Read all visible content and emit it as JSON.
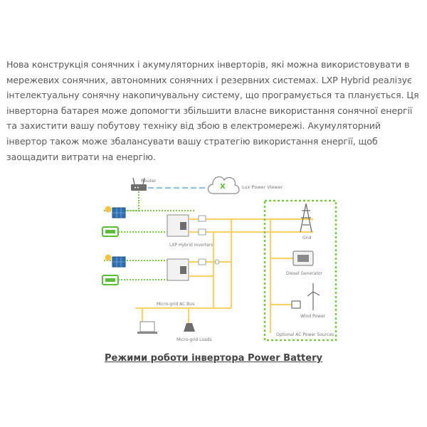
{
  "article": {
    "paragraph": "Нова конструкція сонячних і акумуляторних інверторів, які можна використовувати в мережевих сонячних, автономних сонячних і резервних системах. LXP Hybrid реалізує інтелектуальну сонячну накопичувальну систему, що програмується та планується. Ця інверторна батарея може допомогти збільшити власне використання сонячної енергії та захистити вашу побутову техніку від збою в електромережі. Акумуляторний інвертор також може збалансувати вашу стратегію використання енергії, щоб заощадити витрати на енергію."
  },
  "diagram": {
    "router_label": "Router",
    "viewer_label": "Lux Power Viewer",
    "inverters_label": "LXP Hybrid Inverters",
    "bus_label": "Micro-grid AC Bus",
    "loads_label": "Micro-grid Loads",
    "grid_label": "Grid",
    "generator_label": "Diesel Generator",
    "wind_label": "Wind Power",
    "sources_label": "Optional AC Power Sources"
  },
  "caption": "Режими роботи інвертора Power Battery",
  "colors": {
    "yellow_line": "#f4d36a",
    "green_dash": "#7cc84a",
    "blue_dash": "#8fc4e6",
    "gray_icon": "#8a8a8a"
  }
}
